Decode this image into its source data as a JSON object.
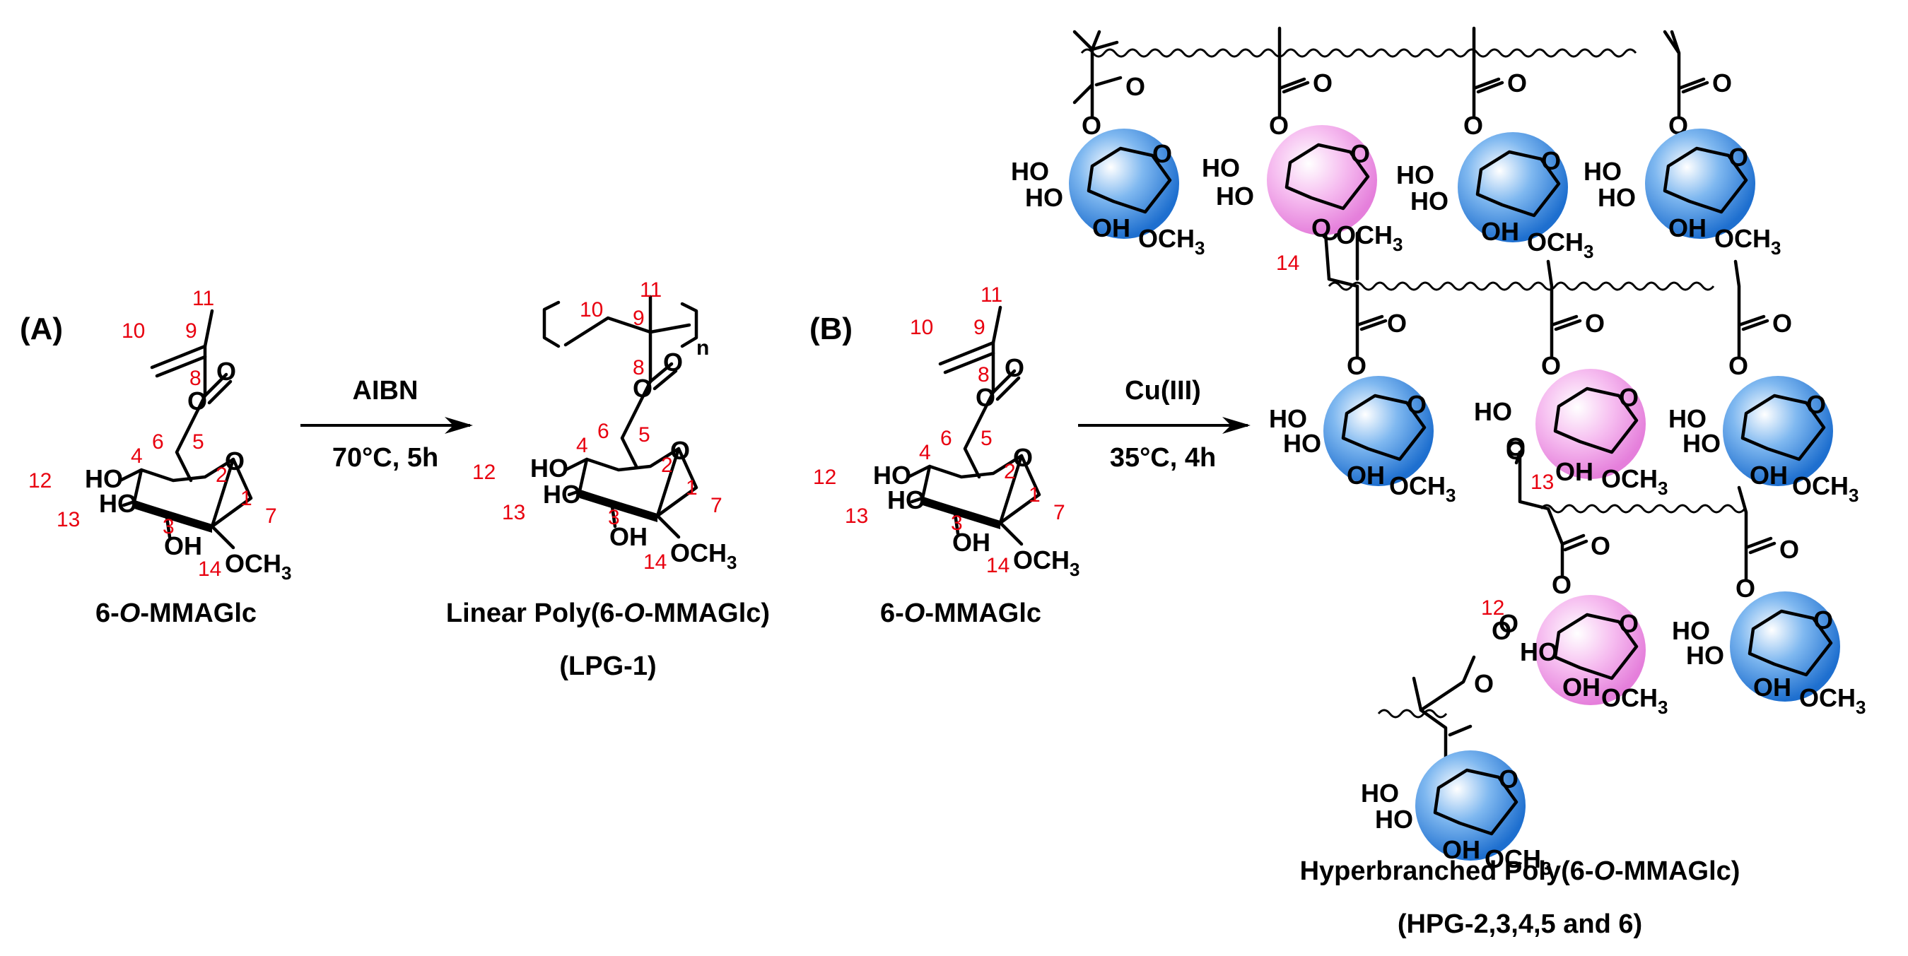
{
  "panels": {
    "a": "(A)",
    "b": "(B)"
  },
  "reaction_a": {
    "reagent": "AIBN",
    "conditions": "70°C, 5h"
  },
  "reaction_b": {
    "reagent": "Cu(III)",
    "conditions": "35°C, 4h"
  },
  "labels": {
    "monomer_prefix": "6-",
    "monomer_o": "O",
    "monomer_suffix": "-MMAGlc",
    "linear_prefix": "Linear Poly(6-",
    "linear_o": "O",
    "linear_suffix": "-MMAGlc)",
    "linear_code": "(LPG-1)",
    "hyper_prefix": "Hyperbranched Poly(6-",
    "hyper_o": "O",
    "hyper_suffix": "-MMAGlc)",
    "hyper_codes": "(HPG-2,3,4,5 and 6)"
  },
  "atoms": {
    "ho": "HO",
    "oh": "OH",
    "o": "O",
    "och3_main": "OCH",
    "sub3": "3",
    "n": "n"
  },
  "numbering": [
    "1",
    "2",
    "3",
    "4",
    "5",
    "6",
    "7",
    "8",
    "9",
    "10",
    "11",
    "12",
    "13",
    "14"
  ],
  "colors": {
    "number_red": "#e8000f",
    "sphere_blue": "#2a7fd9",
    "sphere_pink": "#ef8fe6"
  }
}
